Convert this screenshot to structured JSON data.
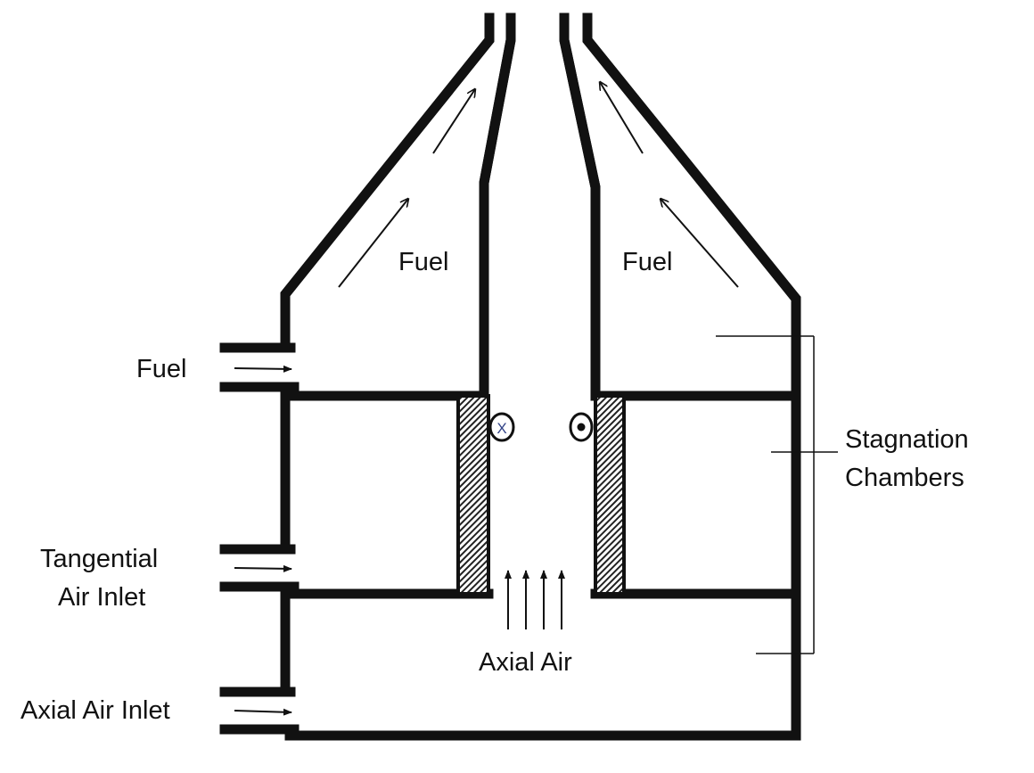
{
  "labels": {
    "fuel_left": "Fuel",
    "fuel_right": "Fuel",
    "fuel_inlet": "Fuel",
    "stagnation_line1": "Stagnation",
    "stagnation_line2": "Chambers",
    "tangential_line1": "Tangential",
    "tangential_line2": "Air Inlet",
    "axial_air": "Axial Air",
    "axial_inlet": "Axial Air Inlet",
    "symbol_x": "X"
  },
  "colors": {
    "wall": "#111111",
    "hatch": "#ffffff",
    "symbol_x": "#334488"
  }
}
